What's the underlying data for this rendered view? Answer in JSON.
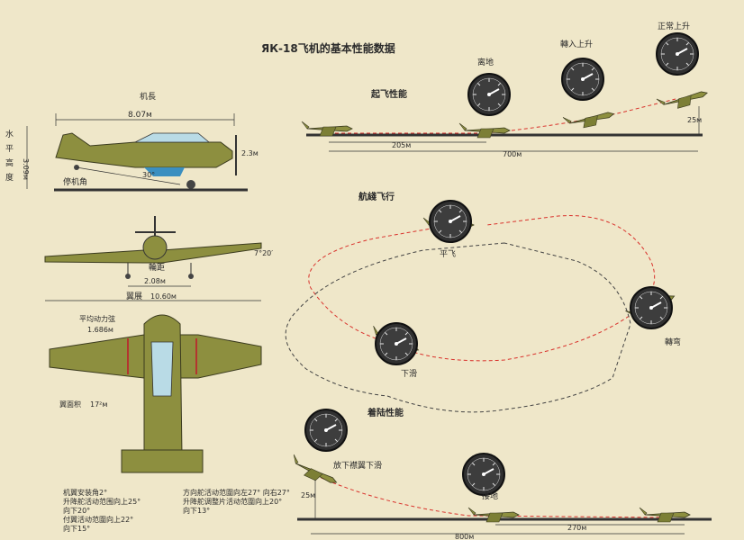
{
  "title": "ЯК-18飞机的基本性能数据",
  "side_view": {
    "label_length": "机長",
    "length": "8.07м",
    "label_height": "水平高度",
    "height": "3.09м",
    "prop_height": "2.3м",
    "parking_angle_label": "停机角",
    "angle": "30°"
  },
  "front_view": {
    "dihedral": "7°20′",
    "track_label": "輪距",
    "track": "2.08м",
    "span_label": "翼展",
    "span": "10.60м"
  },
  "top_view": {
    "mac_label": "平均动力弦",
    "mac": "1.686м",
    "area_label": "翼面积",
    "area": "17²м",
    "specs_left": [
      "机翼安装角2°",
      "升降舵活动范围向上25°",
      "向下20°",
      "付翼活动范圍向上22°",
      "向下15°"
    ],
    "specs_right": [
      "方向舵活动范圍向左27° 向右27°",
      "升降舵调整片活动范圍向上20°",
      "向下13°"
    ]
  },
  "takeoff": {
    "title": "起飞性能",
    "labels": [
      "离地",
      "轉入上升",
      "正常上升"
    ],
    "run": "205м",
    "total": "700м",
    "altitude": "25м"
  },
  "cruise": {
    "title": "航綫飞行",
    "labels": [
      "平飞",
      "下滑",
      "轉弯"
    ]
  },
  "landing": {
    "title": "着陆性能",
    "labels": [
      "放下襟翼下滑",
      "接地"
    ],
    "altitude": "25м",
    "total": "800м",
    "run": "270м"
  },
  "icons": [
    "aircraft-side-icon",
    "aircraft-front-icon",
    "aircraft-top-icon",
    "instrument-gauge-icon"
  ]
}
